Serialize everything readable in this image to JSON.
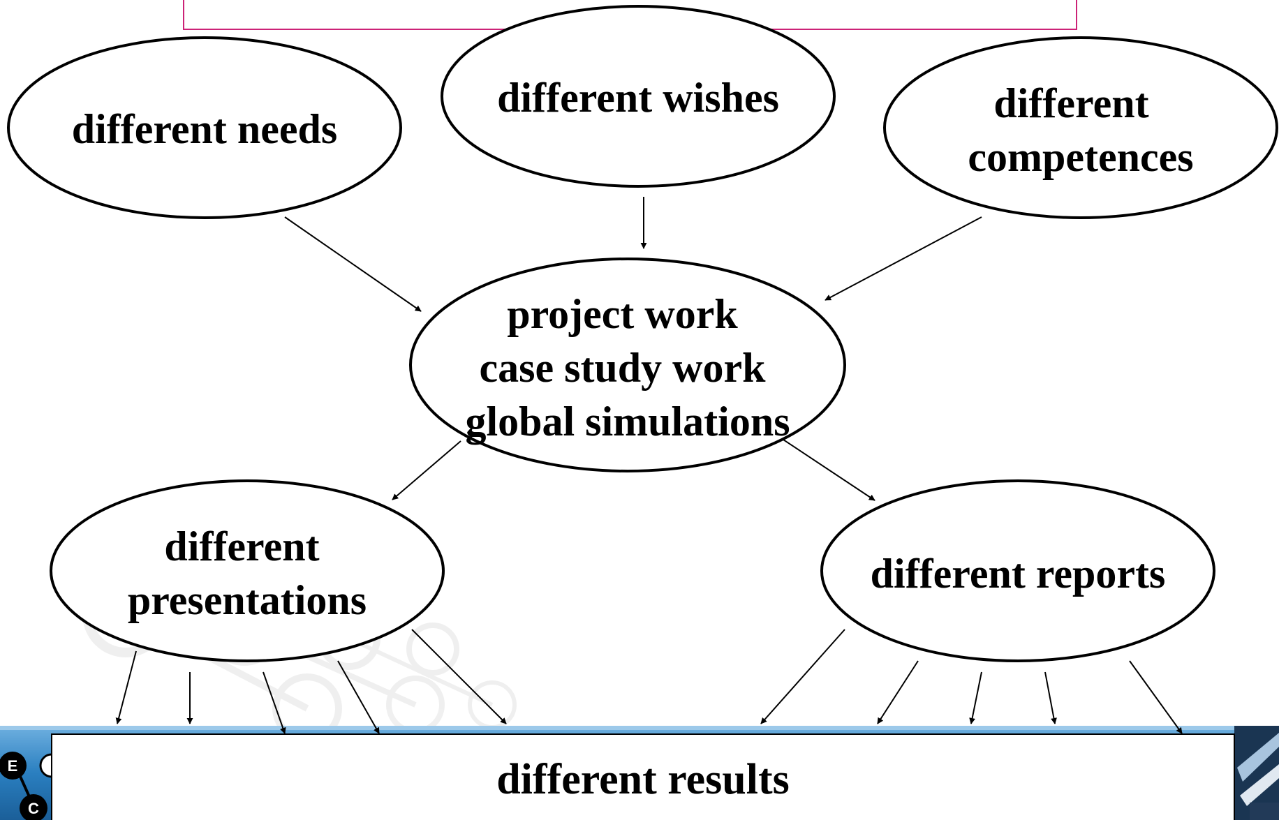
{
  "nodes": {
    "needs": {
      "lines": [
        "different needs"
      ]
    },
    "wishes": {
      "lines": [
        "different wishes"
      ]
    },
    "competences": {
      "lines": [
        "different",
        "competences"
      ]
    },
    "center": {
      "lines": [
        "project work",
        "case study work",
        "global simulations"
      ]
    },
    "presentations": {
      "lines": [
        "different",
        "presentations"
      ]
    },
    "reports": {
      "lines": [
        "different reports"
      ]
    }
  },
  "results_box": {
    "label": "different results"
  },
  "logo": {
    "letters": [
      "E",
      "C"
    ]
  },
  "colors": {
    "title_box_border": "#cc2277",
    "band_blue": "#2a7fc0",
    "line": "#000000"
  }
}
